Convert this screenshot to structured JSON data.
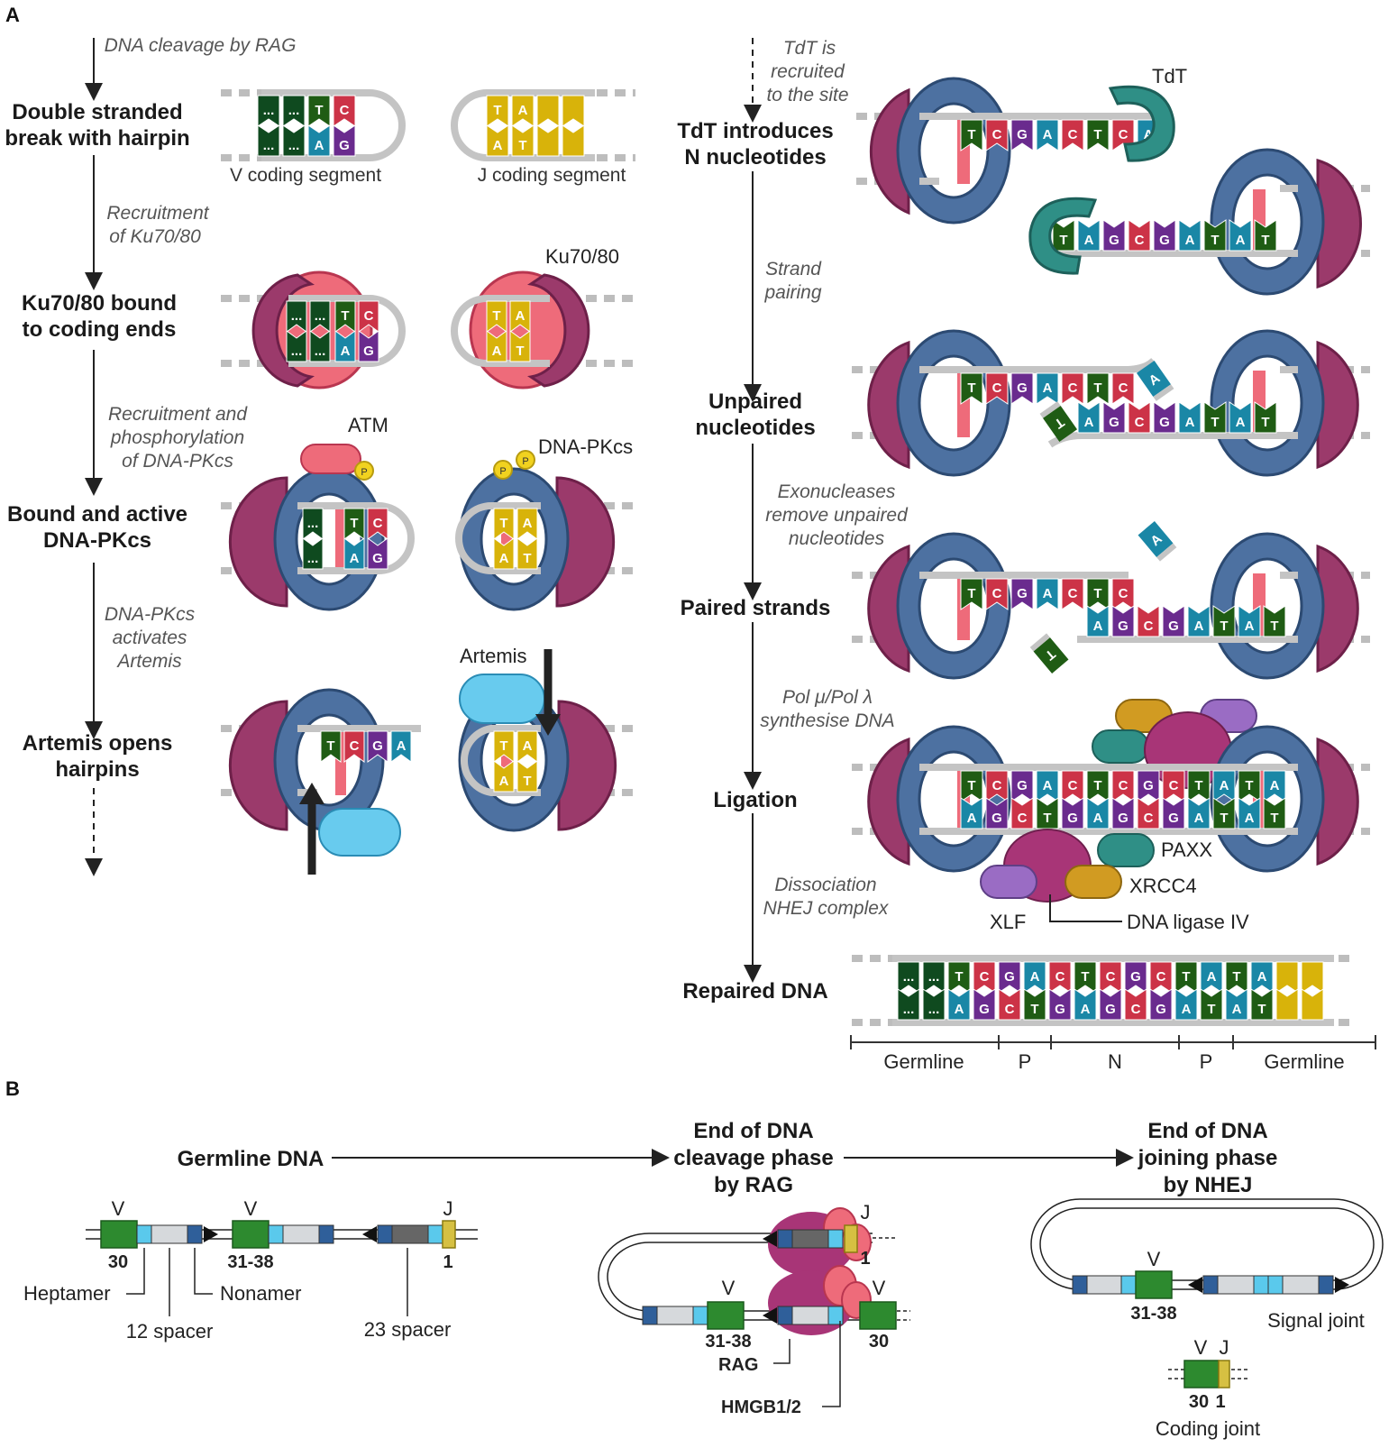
{
  "panels": {
    "a": "A",
    "b": "B"
  },
  "left_steps": [
    {
      "lines": [
        "Double stranded",
        "break with hairpin"
      ]
    },
    {
      "lines": [
        "Ku70/80 bound",
        "to coding ends"
      ]
    },
    {
      "lines": [
        "Bound and active",
        "DNA-PKcs"
      ]
    },
    {
      "lines": [
        "Artemis opens",
        "hairpins"
      ]
    }
  ],
  "left_transitions": [
    {
      "lines": [
        "DNA cleavage by RAG"
      ]
    },
    {
      "lines": [
        "Recruitment",
        "of Ku70/80"
      ]
    },
    {
      "lines": [
        "Recruitment and",
        "phosphorylation",
        "of DNA-PKcs"
      ]
    },
    {
      "lines": [
        "DNA-PKcs",
        "activates",
        "Artemis"
      ]
    }
  ],
  "right_steps": [
    {
      "lines": [
        "TdT introduces",
        "N nucleotides"
      ]
    },
    {
      "lines": [
        "Unpaired",
        "nucleotides"
      ]
    },
    {
      "lines": [
        "Paired strands"
      ]
    },
    {
      "lines": [
        "Ligation"
      ]
    },
    {
      "lines": [
        "Repaired DNA"
      ]
    }
  ],
  "right_transitions": [
    {
      "lines": [
        "TdT is",
        "recruited",
        "to the site"
      ]
    },
    {
      "lines": [
        "Strand",
        "pairing"
      ]
    },
    {
      "lines": [
        "Exonucleases",
        "remove unpaired",
        "nucleotides"
      ]
    },
    {
      "lines": [
        "Pol μ/Pol λ",
        "synthesise DNA"
      ]
    },
    {
      "lines": [
        "Dissociation",
        "NHEJ complex"
      ]
    }
  ],
  "segment_labels": {
    "v": "V coding segment",
    "j": "J coding segment"
  },
  "protein_labels": {
    "tdt": "TdT",
    "ku": "Ku70/80",
    "atm": "ATM",
    "dnapkcs": "DNA-PKcs",
    "artemis": "Artemis",
    "paxx": "PAXX",
    "xrcc4": "XRCC4",
    "xlf": "XLF",
    "ligase": "DNA ligase IV",
    "phospho": "P"
  },
  "nucleotides": {
    "hairpin_v_top": [
      "...",
      "...",
      "T",
      "C"
    ],
    "hairpin_v_bottom": [
      "...",
      "...",
      "A",
      "G"
    ],
    "hairpin_j_top": [
      "T",
      "A"
    ],
    "hairpin_j_bottom": [
      "A",
      "T"
    ],
    "ku_v_top": [
      "T",
      "C"
    ],
    "ku_v_bottom": [
      "A",
      "G"
    ],
    "opened_v_top": [
      "T",
      "C",
      "G",
      "A"
    ],
    "tdt_top": [
      "T",
      "C",
      "G",
      "A",
      "C",
      "T",
      "C",
      "A"
    ],
    "tdt_bottom": [
      "T",
      "A",
      "G",
      "C",
      "G",
      "A",
      "T",
      "A",
      "T"
    ],
    "unpaired_top": [
      "T",
      "C",
      "G",
      "A",
      "C",
      "T",
      "C",
      "A"
    ],
    "unpaired_bottom": [
      "T",
      "A",
      "G",
      "C",
      "G",
      "A",
      "T",
      "A",
      "T"
    ],
    "paired_top": [
      "T",
      "C",
      "G",
      "A",
      "C",
      "T",
      "C"
    ],
    "paired_bottom": [
      "A",
      "G",
      "C",
      "G",
      "A",
      "T",
      "A",
      "T"
    ],
    "removed": [
      "A",
      "T"
    ],
    "ligation_top": [
      "T",
      "C",
      "G",
      "A",
      "C",
      "T",
      "C",
      "G",
      "C",
      "T",
      "A",
      "T",
      "A"
    ],
    "ligation_bottom": [
      "A",
      "G",
      "C",
      "T",
      "G",
      "A",
      "G",
      "C",
      "G",
      "A",
      "T",
      "A",
      "T"
    ],
    "repaired_top": [
      "...",
      "...",
      "T",
      "C",
      "G",
      "A",
      "C",
      "T",
      "C",
      "G",
      "C",
      "T",
      "A",
      "T",
      "A",
      "",
      ""
    ],
    "repaired_bottom": [
      "...",
      "...",
      "A",
      "G",
      "C",
      "T",
      "G",
      "A",
      "G",
      "C",
      "G",
      "A",
      "T",
      "A",
      "T",
      "",
      ""
    ]
  },
  "region_labels": [
    "Germline",
    "P",
    "N",
    "P",
    "Germline"
  ],
  "panel_b": {
    "stages": [
      {
        "lines": [
          "Germline DNA"
        ]
      },
      {
        "lines": [
          "End of DNA",
          "cleavage phase",
          "by RAG"
        ]
      },
      {
        "lines": [
          "End of DNA",
          "joining phase",
          "by NHEJ"
        ]
      }
    ],
    "germline": {
      "gene_letters": [
        "V",
        "V",
        "J"
      ],
      "gene_numbers": [
        "30",
        "31-38",
        "1"
      ],
      "parts": [
        "Heptamer",
        "12 spacer",
        "Nonamer",
        "23 spacer"
      ]
    },
    "cleavage": {
      "gene_letters": [
        "J",
        "V",
        "V"
      ],
      "gene_numbers": [
        "1",
        "31-38",
        "30"
      ],
      "proteins": [
        "RAG",
        "HMGB1/2"
      ]
    },
    "joining": {
      "gene_letters": [
        "V",
        "V",
        "J"
      ],
      "gene_numbers": [
        "31-38",
        "30",
        "1"
      ],
      "labels": [
        "Signal joint",
        "Coding joint"
      ]
    }
  },
  "colors": {
    "T": "#1f5c14",
    "C": "#cc3347",
    "G": "#6a2b8e",
    "A": "#1a87a6",
    "dots": "#0f4a1f",
    "gold": "#d8b30a",
    "ku_dark": "#9b3a6b",
    "ku_light": "#ee6b7a",
    "pkcs": "#4d71a1",
    "artemis": "#68cbee",
    "tdt": "#2f8f86",
    "xrcc4": "#d19b22",
    "xlf": "#9a6cc4",
    "ligase": "#a83577",
    "backbone": "#bdbdbd"
  }
}
